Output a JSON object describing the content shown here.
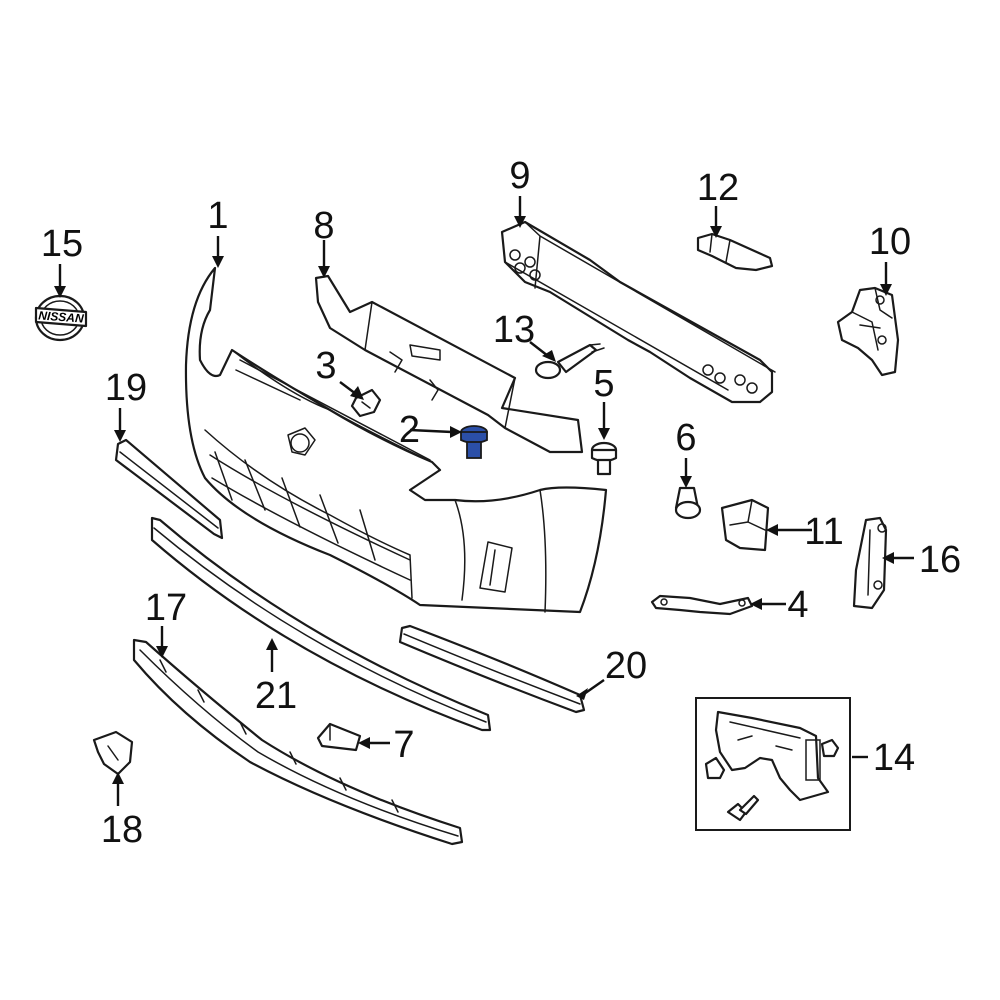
{
  "diagram": {
    "highlight_color": "#2b4fa8",
    "highlighted_part": "2",
    "logo_text": "NISSAN",
    "callouts": [
      {
        "id": "1",
        "label": "1"
      },
      {
        "id": "2",
        "label": "2"
      },
      {
        "id": "3",
        "label": "3"
      },
      {
        "id": "4",
        "label": "4"
      },
      {
        "id": "5",
        "label": "5"
      },
      {
        "id": "6",
        "label": "6"
      },
      {
        "id": "7",
        "label": "7"
      },
      {
        "id": "8",
        "label": "8"
      },
      {
        "id": "9",
        "label": "9"
      },
      {
        "id": "10",
        "label": "10"
      },
      {
        "id": "11",
        "label": "11"
      },
      {
        "id": "12",
        "label": "12"
      },
      {
        "id": "13",
        "label": "13"
      },
      {
        "id": "14",
        "label": "14"
      },
      {
        "id": "15",
        "label": "15"
      },
      {
        "id": "16",
        "label": "16"
      },
      {
        "id": "17",
        "label": "17"
      },
      {
        "id": "18",
        "label": "18"
      },
      {
        "id": "19",
        "label": "19"
      },
      {
        "id": "20",
        "label": "20"
      },
      {
        "id": "21",
        "label": "21"
      }
    ]
  }
}
